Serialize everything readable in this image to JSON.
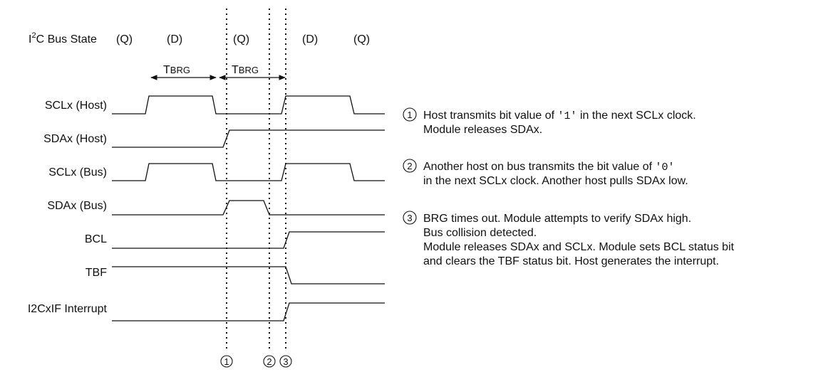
{
  "bus_state": {
    "label_prefix": "I",
    "label_sup": "2",
    "label_suffix": "C Bus State",
    "states": [
      "(Q)",
      "(D)",
      "(Q)",
      "(D)",
      "(Q)"
    ]
  },
  "tbrg": {
    "label_big": "T",
    "label_small": "BRG"
  },
  "signals": [
    "SCLx (Host)",
    "SDAx (Host)",
    "SCLx (Bus)",
    "SDAx (Bus)",
    "BCL",
    "TBF",
    "I2CxIF Interrupt"
  ],
  "markers": [
    "1",
    "2",
    "3"
  ],
  "notes": [
    {
      "number": "1",
      "line1_pre": "Host transmits bit value of ",
      "line1_code": "'1'",
      "line1_post": " in the next SCLx clock.",
      "line2": "Module releases SDAx."
    },
    {
      "number": "2",
      "line1_pre": "Another host on bus transmits the bit value of ",
      "line1_code": "'0'",
      "line2": "in the next SCLx clock. Another host pulls SDAx low."
    },
    {
      "number": "3",
      "line1": "BRG times out. Module attempts to verify SDAx high.",
      "line2": "Bus collision detected.",
      "line3": "Module releases SDAx and SCLx. Module sets BCL status bit",
      "line4": "and clears the TBF status bit. Host generates the interrupt."
    }
  ]
}
